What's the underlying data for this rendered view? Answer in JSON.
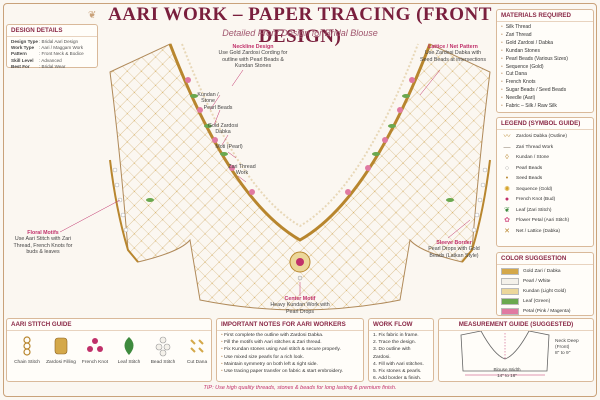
{
  "header": {
    "title": "AARI WORK – PAPER TRACING (FRONT DESIGN)",
    "subtitle": "Detailed Front Design for Bridal Blouse"
  },
  "design_details": {
    "heading": "DESIGN DETAILS",
    "rows": [
      {
        "k": "Design Type",
        "v": ": Bridal Aari Design"
      },
      {
        "k": "Work Type",
        "v": ": Aari / Maggam Work"
      },
      {
        "k": "Pattern",
        "v": ": Front Neck & Bodice"
      },
      {
        "k": "Skill Level",
        "v": ": Advanced"
      },
      {
        "k": "Best For",
        "v": ": Bridal Wear"
      }
    ]
  },
  "materials": {
    "heading": "MATERIALS REQUIRED",
    "items": [
      "Silk Thread",
      "Zari Thread",
      "Gold Zardosi / Dabka",
      "Kundan Stones",
      "Pearl Beads (Various Sizes)",
      "Sequence (Gold)",
      "Cut Dana",
      "French Knots",
      "Sugar Beads / Seed Beads",
      "Needle (Aari)",
      "Fabric – Silk / Raw Silk"
    ]
  },
  "legend": {
    "heading": "LEGEND (SYMBOL GUIDE)",
    "items": [
      {
        "label": "Zardosi Dabka (Outline)",
        "icon": "dabka-outline-icon",
        "glyph": "〰",
        "color": "#b8862e"
      },
      {
        "label": "Zari Thread Work",
        "icon": "zari-line-icon",
        "glyph": "—",
        "color": "#8a7a6a"
      },
      {
        "label": "Kundan / Stone",
        "icon": "kundan-drop-icon",
        "glyph": "◊",
        "color": "#b8862e"
      },
      {
        "label": "Pearl Beads",
        "icon": "pearl-icon",
        "glyph": "○",
        "color": "#999999"
      },
      {
        "label": "Seed Beads",
        "icon": "seed-bead-icon",
        "glyph": "•",
        "color": "#b8862e"
      },
      {
        "label": "Sequence (Gold)",
        "icon": "sequence-icon",
        "glyph": "✺",
        "color": "#d4a020"
      },
      {
        "label": "French Knot (Bud)",
        "icon": "french-knot-icon",
        "glyph": "●",
        "color": "#c0306a"
      },
      {
        "label": "Leaf (Zari Stitch)",
        "icon": "leaf-icon",
        "glyph": "❦",
        "color": "#3e8a3e"
      },
      {
        "label": "Flower Petal (Aari Stitch)",
        "icon": "flower-petal-icon",
        "glyph": "✿",
        "color": "#d45a8a"
      },
      {
        "label": "Net / Lattice (Dabka)",
        "icon": "lattice-icon",
        "glyph": "✕",
        "color": "#b8862e"
      }
    ]
  },
  "color_suggestion": {
    "heading": "COLOR SUGGESTION",
    "items": [
      {
        "label": "Gold Zari / Dabka",
        "color": "#d4a84a"
      },
      {
        "label": "Pearl / White",
        "color": "#f4f1ea"
      },
      {
        "label": "Kundan (Light Gold)",
        "color": "#ecd79a"
      },
      {
        "label": "Leaf (Green)",
        "color": "#6aa84f"
      },
      {
        "label": "Petal (Pink / Magenta)",
        "color": "#e07aa2"
      }
    ]
  },
  "callouts": {
    "neckline": {
      "title": "Neckline Design",
      "text": "Use Gold Zardosi Cording for outline with Pearl Beads & Kundan Stones"
    },
    "kundan": "Kundan / Stone",
    "pearl": "Pearl Beads",
    "zardosi": "Gold Zardosi Dabka",
    "moti": "Moti (Pearl)",
    "zari": "Zari Thread Work",
    "lattice": {
      "title": "Lattice / Net Pattern",
      "text": "Use Zardosi Dabka with Seed Beads at intersections"
    },
    "floral": {
      "title": "Floral Motifs",
      "text": "Use Aari Stitch with Zari Thread, French Knots for buds & leaves"
    },
    "sleeve": {
      "title": "Sleeve Border",
      "text": "Pearl Drops with Gold Beads (Latkan Style)"
    },
    "center": {
      "title": "Center Motif",
      "text": "Heavy Kundan Work with Pearl Drops"
    }
  },
  "stitch_guide": {
    "heading": "AARI STITCH GUIDE",
    "items": [
      "Chain Stitch",
      "Zardosi Filling",
      "French Knot",
      "Leaf Stitch",
      "Bead Stitch",
      "Cut Dana"
    ]
  },
  "notes": {
    "heading": "IMPORTANT NOTES FOR AARI WORKERS",
    "items": [
      "First complete the outline with Zardosi Dabka.",
      "Fill the motifs with Aari stitches & Zari thread.",
      "Fix Kundan stones using Aari stitch & secure properly.",
      "Use mixed size pearls for a rich look.",
      "Maintain symmetry on both left & right side.",
      "Use tracing paper transfer on fabric & start embroidery."
    ]
  },
  "workflow": {
    "heading": "WORK FLOW",
    "items": [
      "1. Fix fabric in frame.",
      "2. Trace the design.",
      "3. Do outline with Zardosi.",
      "4. Fill with Aari stitches.",
      "5. Fix stones & pearls.",
      "6. Add border & finish."
    ]
  },
  "measurement": {
    "heading": "MEASUREMENT GUIDE (SUGGESTED)",
    "neck_label": "Neck Deep (Front)",
    "neck_value": "8\" to 9\"",
    "width_label": "Blouse Width",
    "width_value": "14\" to 16\""
  },
  "tip": "TIP: Use high quality threads, stones & beads for long lasting & premium finish."
}
